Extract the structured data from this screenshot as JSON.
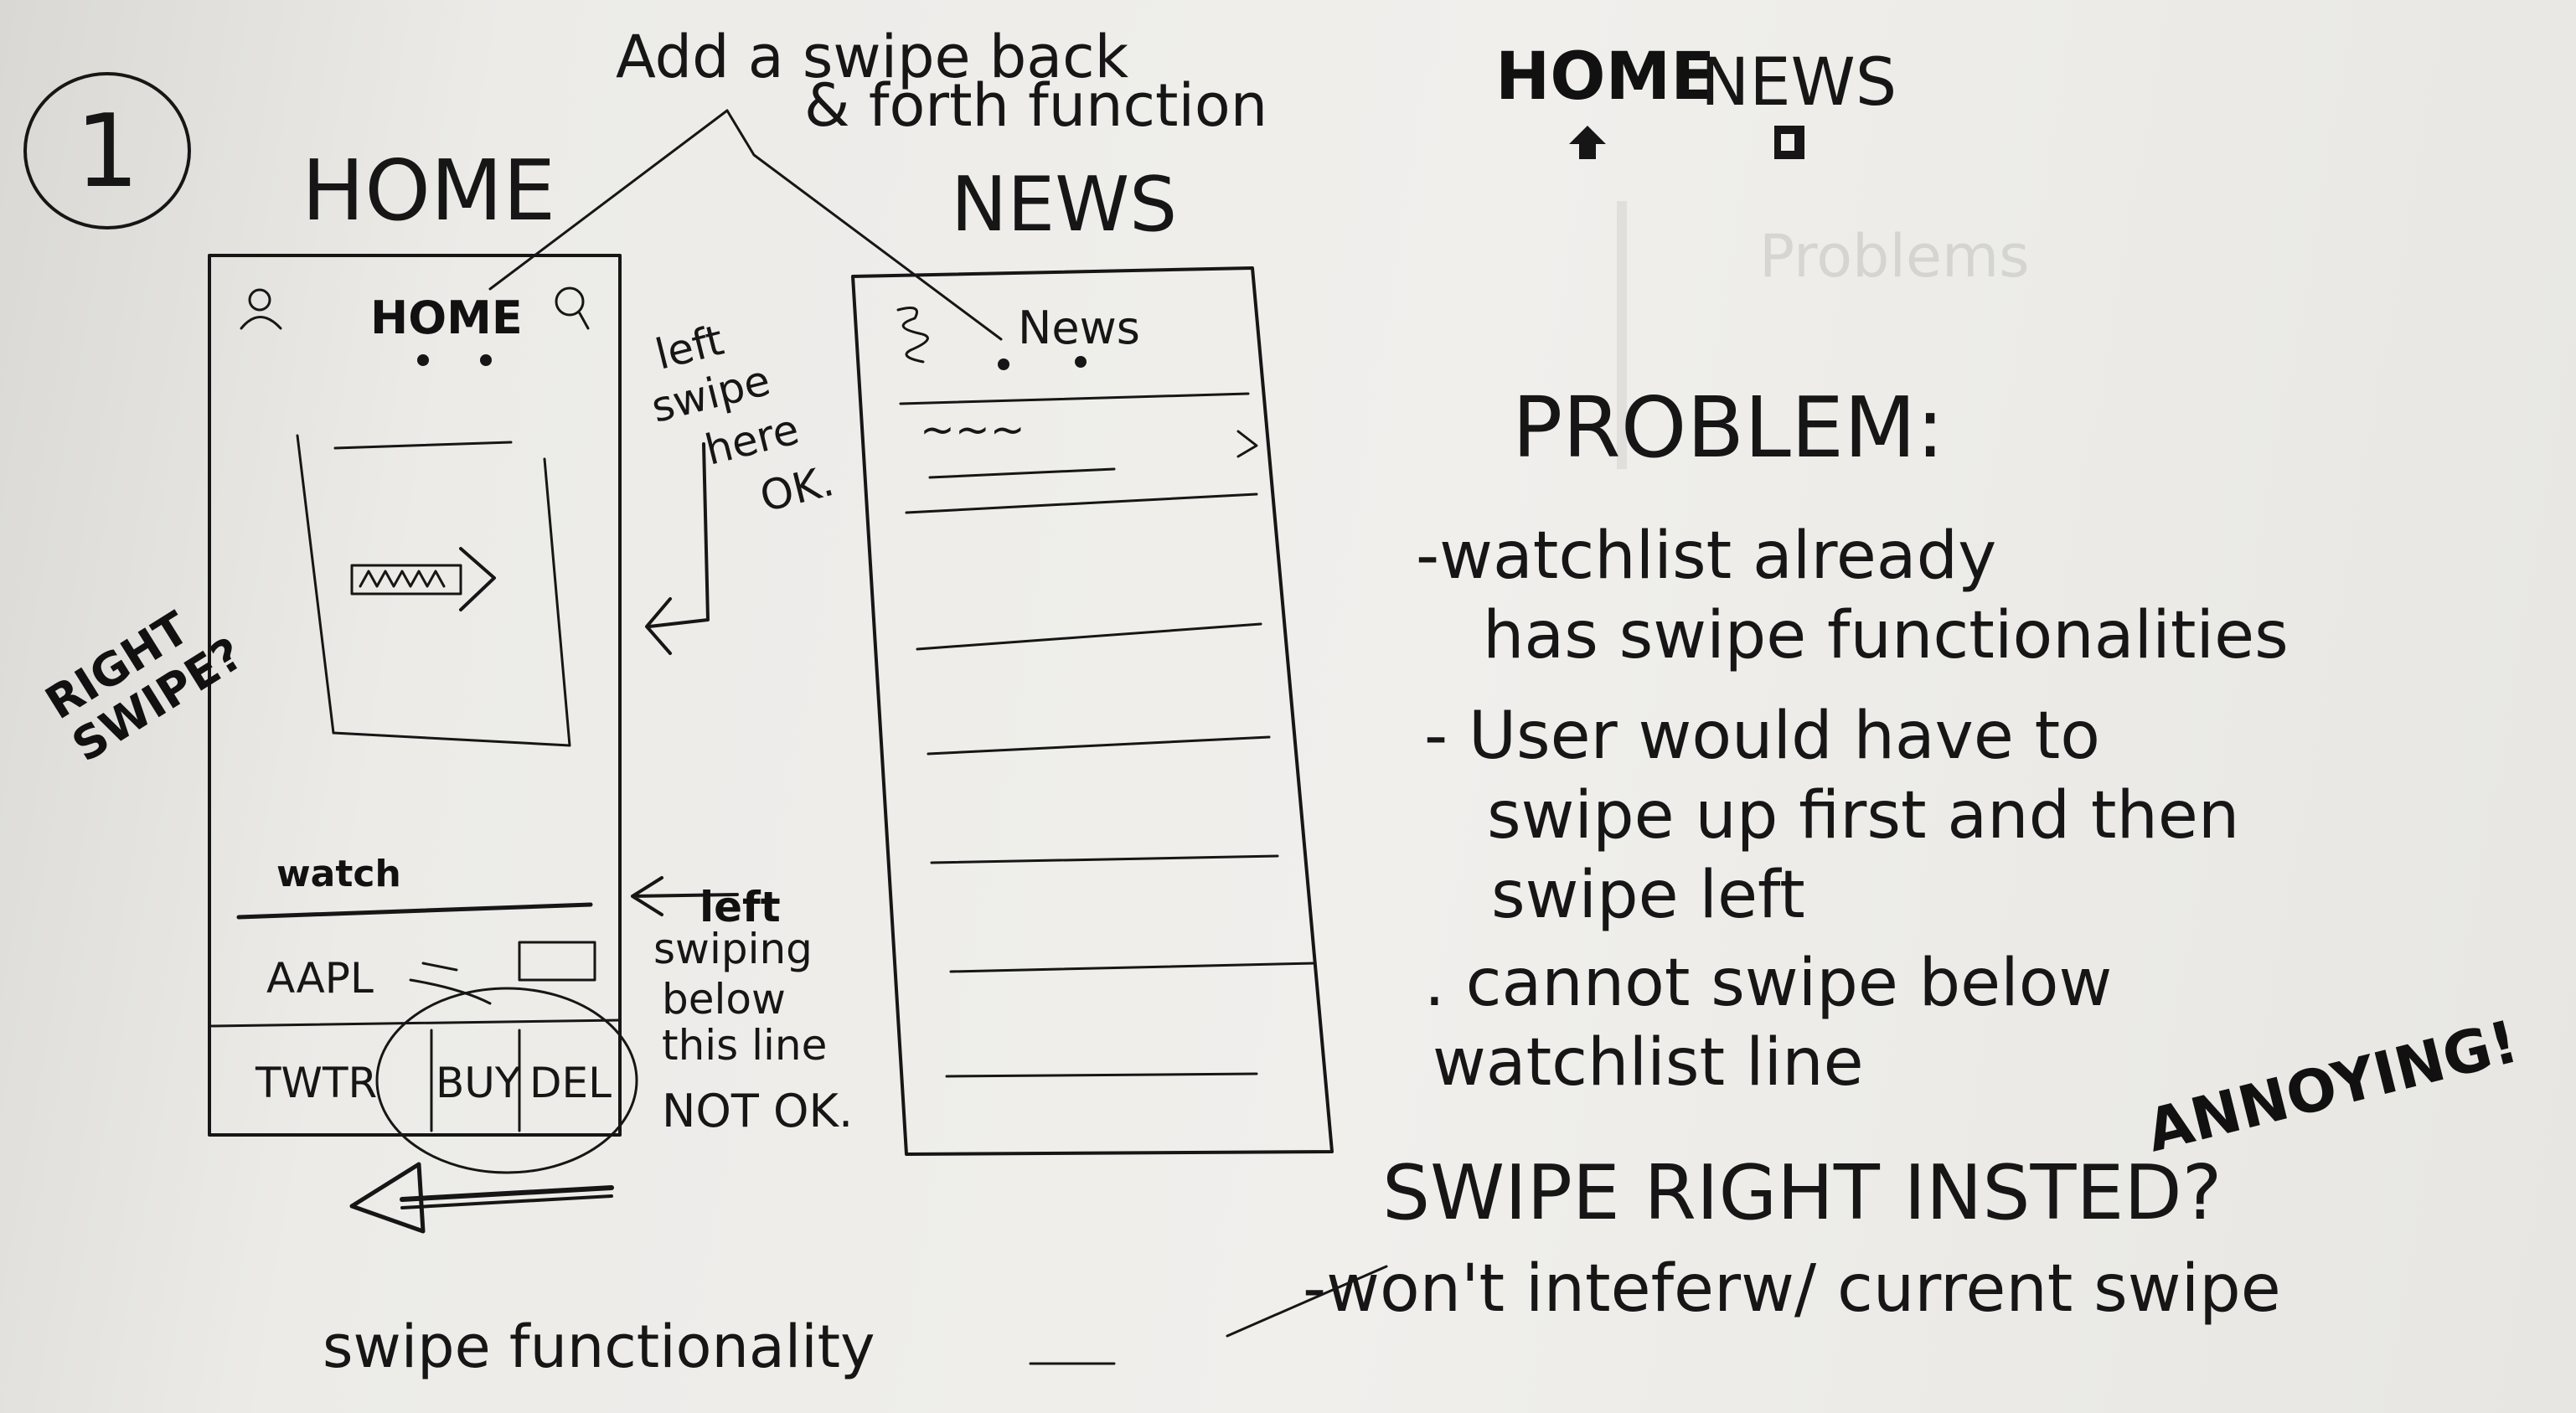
{
  "sketch": {
    "page_number": "1",
    "top_note": {
      "line1": "Add a swipe back",
      "line2": "& forth function"
    },
    "caption": "swipe functionality",
    "right_swipe_note": {
      "line1": "RIGHT",
      "line2": "SWIPE?"
    },
    "home_screen": {
      "title": "HOME",
      "nav_label": "HOME",
      "list_header": "watch",
      "rows": [
        {
          "symbol": "AAPL"
        },
        {
          "symbol": "TWTR",
          "actions": [
            "BUY",
            "DEL"
          ]
        }
      ]
    },
    "news_screen": {
      "title": "NEWS",
      "nav_label": "News",
      "headline_scribble": "~~~"
    },
    "swipe_ok_note": {
      "lines": [
        "left",
        "swipe",
        "here",
        "OK."
      ]
    },
    "swipe_not_ok_note": {
      "lines": [
        "left",
        "swiping",
        "below",
        "this line",
        "NOT OK."
      ]
    },
    "tab_legend": {
      "home": "HOME",
      "news": "NEWS"
    },
    "problem": {
      "heading": "PROBLEM:",
      "items": [
        {
          "lines": [
            "-watchlist already",
            "has swipe functionalities"
          ]
        },
        {
          "lines": [
            "- User would have to",
            "swipe up first and then",
            "swipe left"
          ]
        },
        {
          "lines": [
            ". cannot swipe below",
            "watchlist line"
          ]
        }
      ],
      "annoying": "ANNOYING!",
      "proposal": "SWIPE RIGHT INSTED?",
      "proposal_note": "-won't inteferw/ current swipe"
    }
  }
}
